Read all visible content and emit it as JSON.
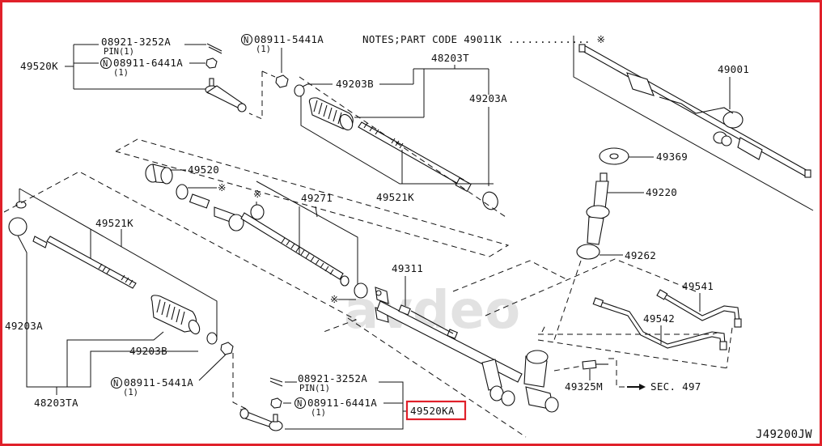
{
  "diagram": {
    "code": "J49200JW",
    "notes": "NOTES;PART CODE  49011K ............. ※",
    "watermark": "avdeo",
    "highlight_color": "#e0202a",
    "labels": {
      "p49520K": "49520K",
      "p08921_top": "08921-3252A",
      "pin_top": "PIN(1)",
      "p08911_6441_top": "08911-6441A",
      "qty_6441_top": "(1)",
      "p08911_5441_top": "08911-5441A",
      "qty_5441_top": "(1)",
      "p48203T": "48203T",
      "p49203B_top": "49203B",
      "p49203A_top": "49203A",
      "p49001": "49001",
      "p49369": "49369",
      "p49220": "49220",
      "p49520": "49520",
      "p49271": "49271",
      "p49521K_top": "49521K",
      "p49521K_left": "49521K",
      "p49262": "49262",
      "p49311": "49311",
      "p49541": "49541",
      "p49542": "49542",
      "p49203A_left": "49203A",
      "p49203B_bottom": "49203B",
      "p48203TA": "48203TA",
      "p08911_5441_bottom": "08911-5441A",
      "qty_5441_bottom": "(1)",
      "p08921_bottom": "08921-3252A",
      "pin_bottom": "PIN(1)",
      "p08911_6441_bottom": "08911-6441A",
      "qty_6441_bottom": "(1)",
      "p49520KA": "49520KA",
      "p49325M": "49325M",
      "sec497": "SEC. 497",
      "asterisk": "※",
      "n_mark": "N"
    }
  }
}
